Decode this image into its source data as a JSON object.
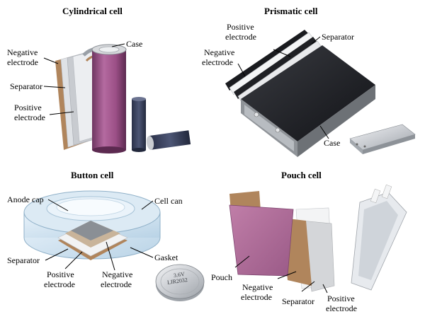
{
  "panels": {
    "cylindrical": {
      "title": "Cylindrical cell",
      "labels": {
        "case": "Case",
        "negative_l1": "Negative",
        "negative_l2": "electrode",
        "separator": "Separator",
        "positive_l1": "Positive",
        "positive_l2": "electrode"
      }
    },
    "prismatic": {
      "title": "Prismatic cell",
      "labels": {
        "positive_l1": "Positive",
        "positive_l2": "electrode",
        "separator": "Separator",
        "negative_l1": "Negative",
        "negative_l2": "electrode",
        "case": "Case"
      }
    },
    "button": {
      "title": "Button cell",
      "labels": {
        "anode_cap": "Anode cap",
        "cell_can": "Cell can",
        "separator": "Separator",
        "gasket": "Gasket",
        "positive_l1": "Positive",
        "positive_l2": "electrode",
        "negative_l1": "Negative",
        "negative_l2": "electrode"
      },
      "coin_text_1": "3.6V",
      "coin_text_2": "LIR2032"
    },
    "pouch": {
      "title": "Pouch cell",
      "labels": {
        "pouch": "Pouch",
        "negative_l1": "Negative",
        "negative_l2": "electrode",
        "separator": "Separator",
        "positive_l1": "Positive",
        "positive_l2": "electrode"
      }
    }
  },
  "colors": {
    "copper": "#b0855c",
    "aluminum": "#cfd3d8",
    "pouch_pink": "#b36a9a",
    "cylinder_purple": "#9b4f86",
    "case_dark": "#222428",
    "line": "#000000"
  }
}
